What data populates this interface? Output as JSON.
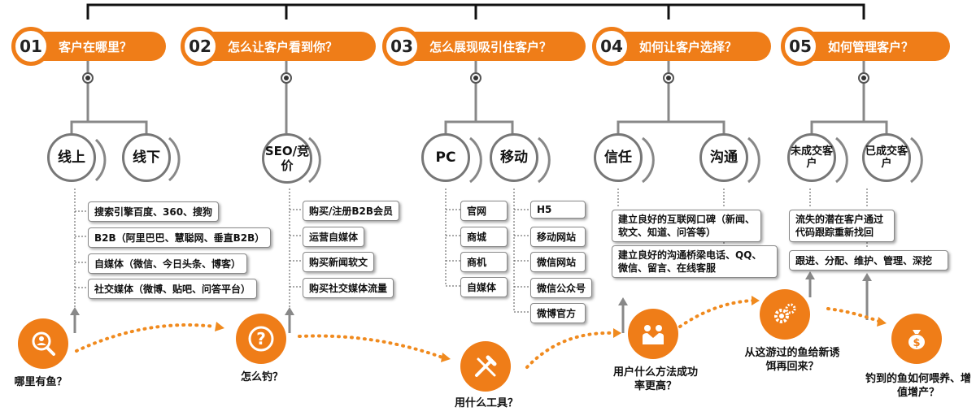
{
  "steps": [
    {
      "num": "01",
      "text": "客户在哪里？"
    },
    {
      "num": "02",
      "text": "怎么让客户看到你？"
    },
    {
      "num": "03",
      "text": "怎么展现吸引住客户？"
    },
    {
      "num": "04",
      "text": "如何让客户选择？"
    },
    {
      "num": "05",
      "text": "如何管理客户？"
    }
  ],
  "circles": {
    "c1a": "线上",
    "c1b": "线下",
    "c2a": "SEO/竞价",
    "c3a": "PC",
    "c3b": "移动",
    "c4a": "信任",
    "c4b": "沟通",
    "c5a": "未成交客户",
    "c5b": "已成交客户"
  },
  "col1_items": [
    "搜索引擎百度、360、搜狗",
    "B2B（阿里巴巴、慧聪网、垂直B2B）",
    "自媒体（微信、今日头条、博客）",
    "社交媒体（微博、贴吧、问答平台）"
  ],
  "col2_items": [
    "购买/注册B2B会员",
    "运营自媒体",
    "购买新闻软文",
    "购买社交媒体流量"
  ],
  "col3_pc": [
    "官网",
    "商城",
    "商机",
    "自媒体"
  ],
  "col3_mobile": [
    "H5",
    "移动网站",
    "微信网站",
    "微信公众号",
    "微博官方"
  ],
  "col4_items": [
    "建立良好的互联网口碑（新闻、软文、知道、问答等）",
    "建立良好的沟通桥梁电话、QQ、微信、留言、在线客服"
  ],
  "col5_items": [
    "流失的潜在客户通过代码跟踪重新找回",
    "跟进、分配、维护、管理、深挖"
  ],
  "bottom": [
    {
      "icon": "search-person-icon",
      "label": "哪里有鱼？"
    },
    {
      "icon": "question-icon",
      "label": "怎么钓？"
    },
    {
      "icon": "tools-icon",
      "label": "用什么工具？"
    },
    {
      "icon": "handshake-icon",
      "label": "用户什么方法成功率更高？"
    },
    {
      "icon": "gears-icon",
      "label": "从这游过的鱼给新诱饵再回来？"
    },
    {
      "icon": "money-bag-icon",
      "label": "钓到的鱼如何喂养、增值增产？"
    }
  ],
  "colors": {
    "accent": "#ef7d18",
    "line": "#777777",
    "dots": "#f08a1e"
  }
}
